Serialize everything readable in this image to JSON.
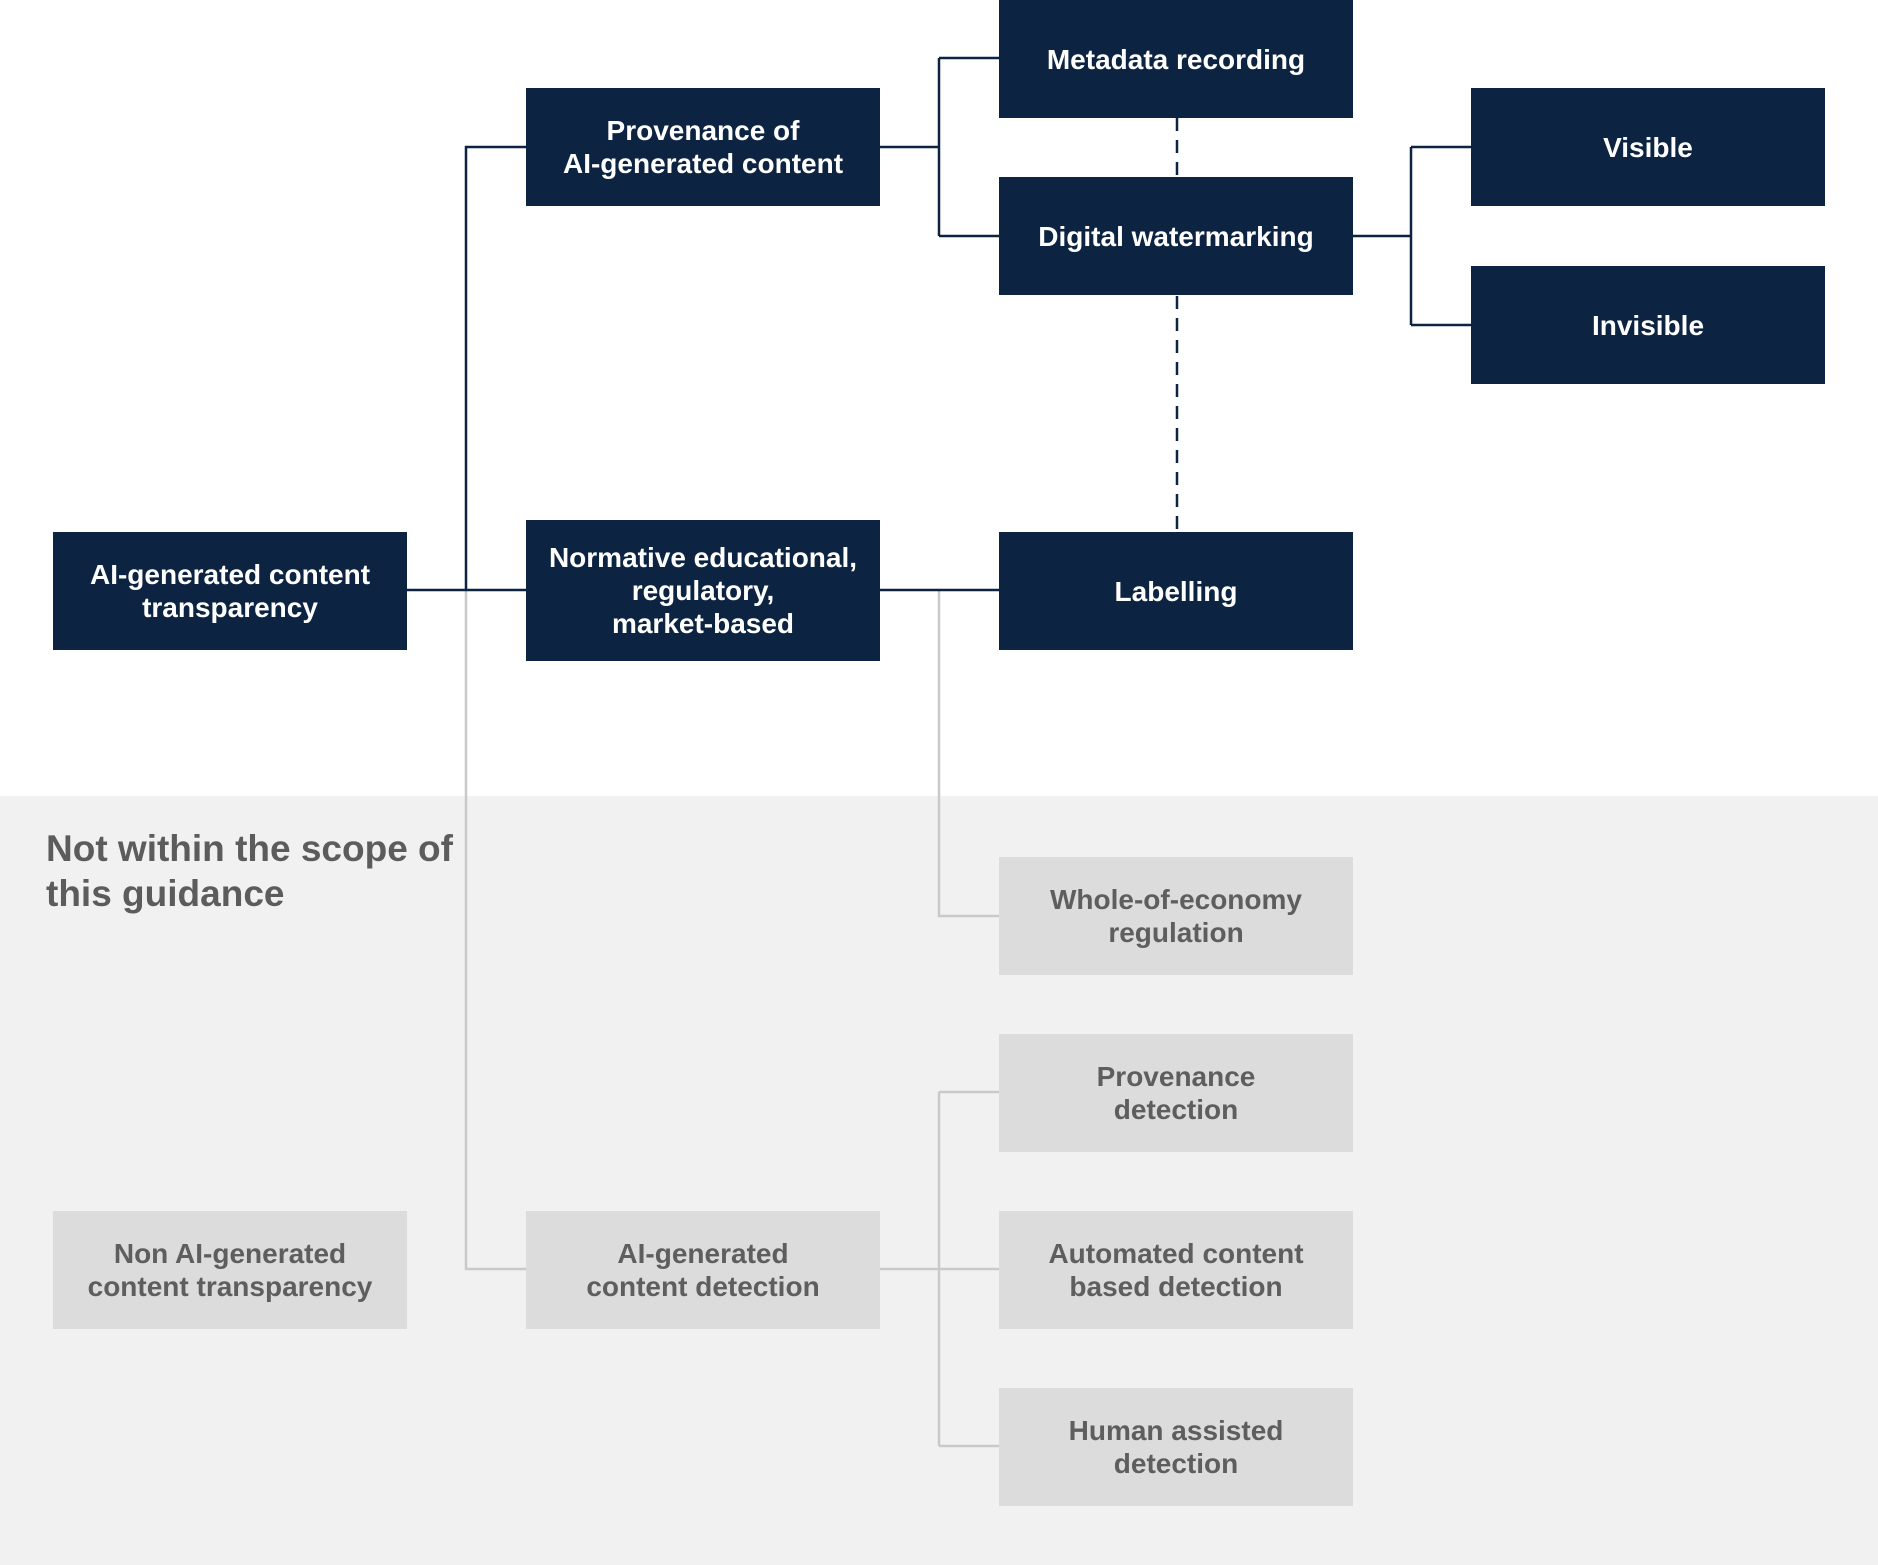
{
  "colors": {
    "in_scope_fill": "#0c2341",
    "in_scope_text": "#ffffff",
    "out_scope_fill": "#dcdcdc",
    "out_scope_text": "#5e5e5e",
    "out_scope_background": "#f1f1f1",
    "in_scope_connector": "#0c2341",
    "out_scope_connector": "#c9c9c9"
  },
  "scope_note": "Not within the scope\nof this guidance",
  "nodes": {
    "root": "AI-generated content\ntransparency",
    "provenance": "Provenance of\nAI-generated content",
    "normative": "Normative educational,\nregulatory,\nmarket-based",
    "metadata": "Metadata recording",
    "watermarking": "Digital watermarking",
    "labelling": "Labelling",
    "visible": "Visible",
    "invisible": "Invisible",
    "whole_of_economy": "Whole-of-economy\nregulation",
    "provenance_detection": "Provenance\ndetection",
    "automated_detection": "Automated content\nbased detection",
    "human_detection": "Human assisted\ndetection",
    "non_ai_transparency": "Non AI-generated\ncontent transparency",
    "ai_content_detection": "AI-generated\ncontent detection"
  }
}
